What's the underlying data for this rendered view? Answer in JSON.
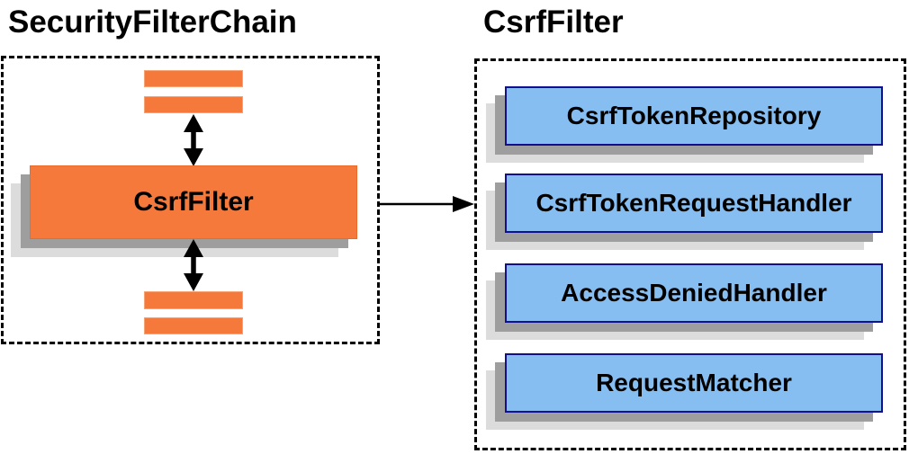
{
  "diagram": {
    "left_panel": {
      "title": "SecurityFilterChain",
      "filter_box_label": "CsrfFilter",
      "placeholder_bars": 4,
      "arrows": [
        "bidirectional-top",
        "bidirectional-bottom"
      ]
    },
    "right_panel": {
      "title": "CsrfFilter",
      "components": [
        "CsrfTokenRepository",
        "CsrfTokenRequestHandler",
        "AccessDeniedHandler",
        "RequestMatcher"
      ]
    },
    "connector": {
      "type": "arrow-right",
      "from": "CsrfFilter (chain box)",
      "to": "CsrfFilter (detail panel)"
    },
    "colors": {
      "orange": "#F4793B",
      "orange_border_light": "#F8A271",
      "orange_border_dark": "#E96B2B",
      "blue_fill": "#87BEF2",
      "blue_border": "#10108E",
      "shadow_dark": "#9E9E9E",
      "shadow_light": "#DCDCDC",
      "line": "#000000"
    }
  }
}
